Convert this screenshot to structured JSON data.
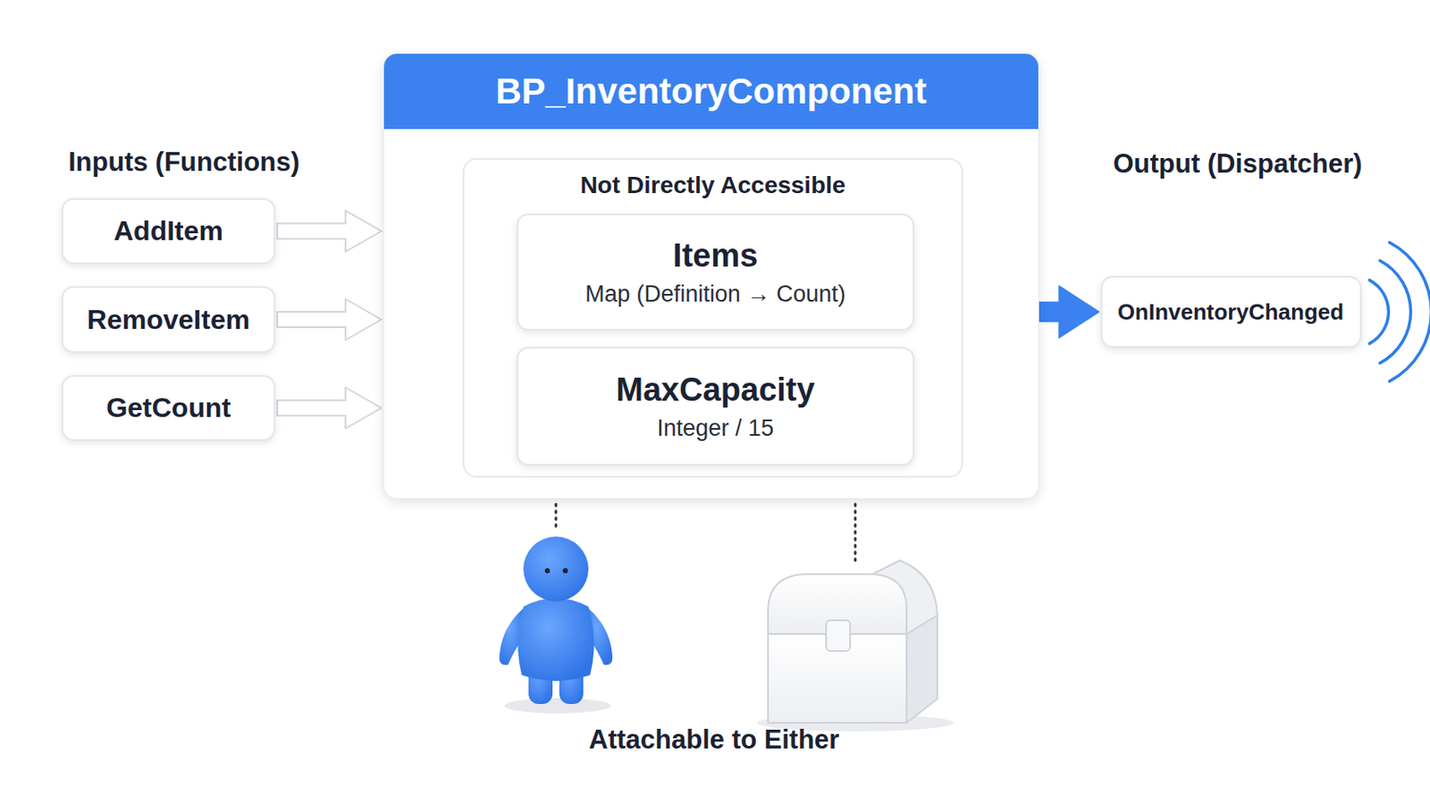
{
  "diagram": {
    "nodes": [
      {
        "text": [
          "BP_InventoryComponent"
        ]
      },
      {
        "text": [
          "Not Directly Accessible"
        ],
        "in": 0
      },
      {
        "text": [
          "Items",
          "Map (Definition → Count)"
        ],
        "in": 1
      },
      {
        "text": [
          "MaxCapacity",
          "Integer / 15"
        ],
        "in": 1
      },
      {
        "text": [
          "AddItem"
        ]
      },
      {
        "text": [
          "RemoveItem"
        ]
      },
      {
        "text": [
          "GetCount"
        ]
      },
      {
        "text": [
          "OnInventoryChanged"
        ]
      }
    ],
    "edges": [
      {
        "from": 4,
        "to": 0,
        "arrow": "to"
      },
      {
        "from": 5,
        "to": 0,
        "arrow": "to"
      },
      {
        "from": 6,
        "to": 0,
        "arrow": "to"
      },
      {
        "from": 1,
        "to": 7,
        "arrow": "to"
      }
    ],
    "labels": [
      "Inputs (Functions)",
      "Output (Dispatcher)",
      "Attachable to Either"
    ]
  }
}
